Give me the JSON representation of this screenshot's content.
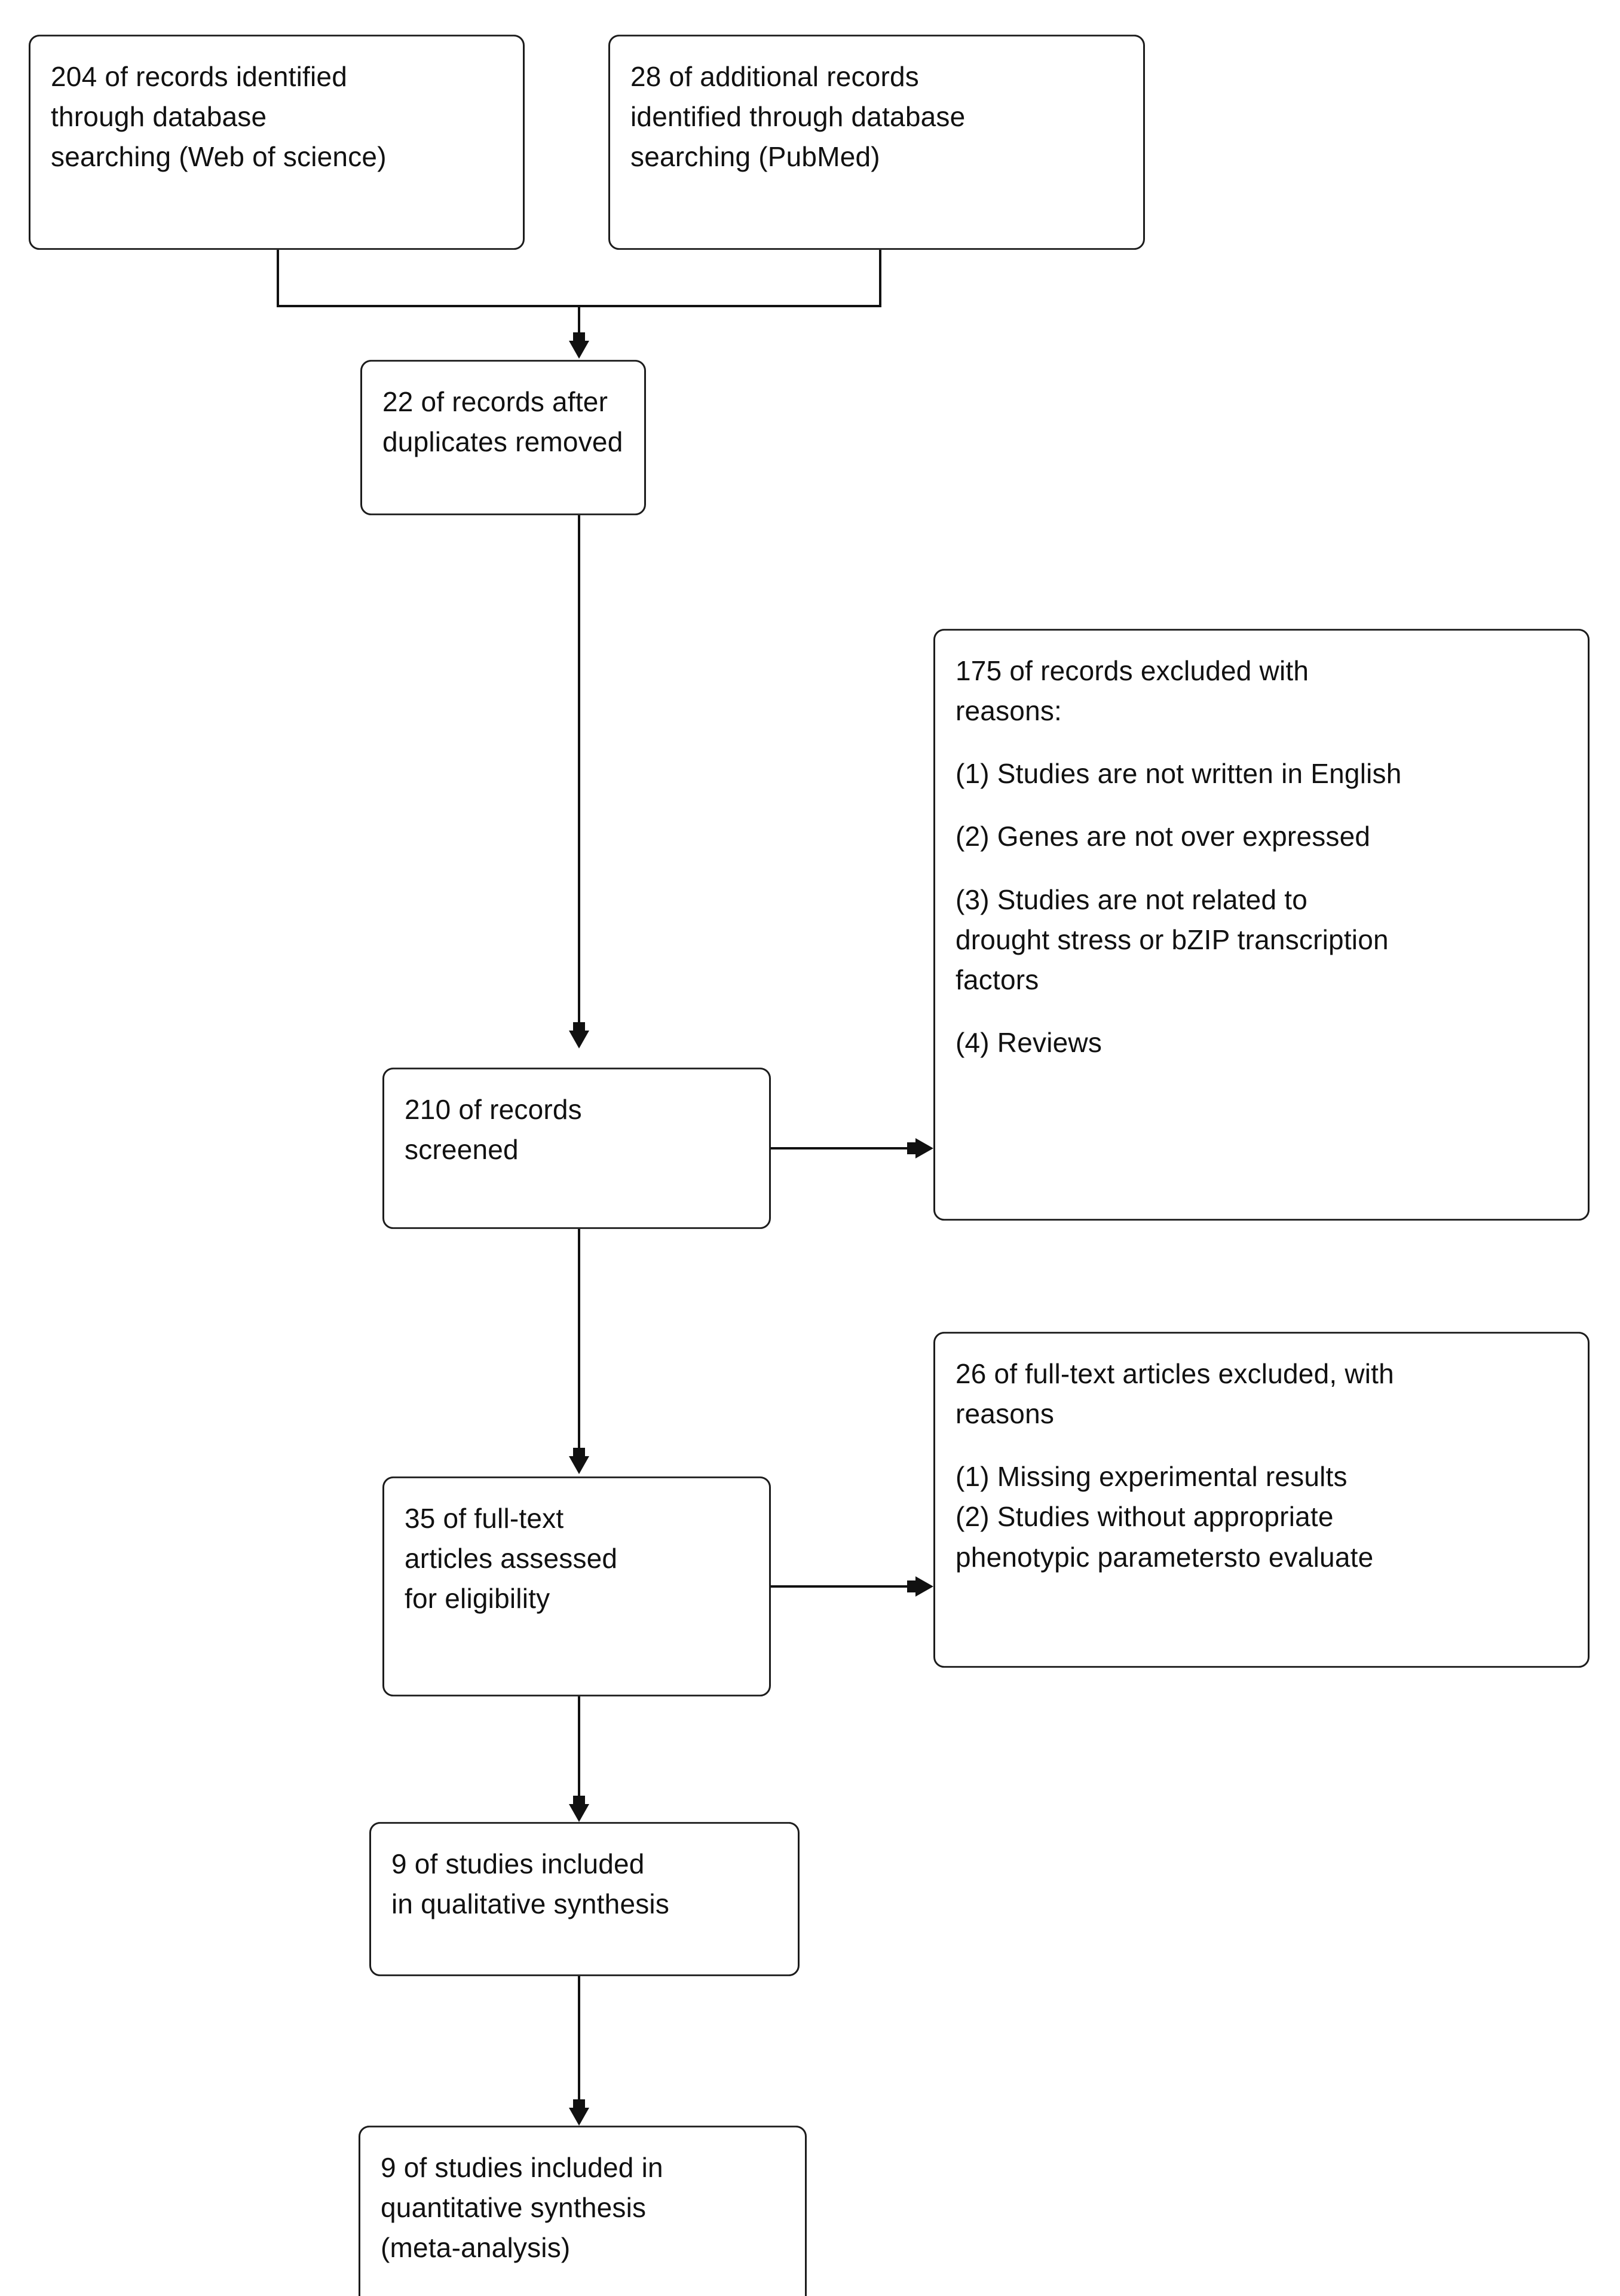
{
  "diagram": {
    "type": "prisma-flow-diagram",
    "title": "PRISMA study selection flow diagram",
    "nodes": [
      {
        "id": "identification-web-of-science",
        "lines": [
          "204 of records identified",
          "through database",
          "searching (Web of science)"
        ],
        "count": 204
      },
      {
        "id": "identification-pubmed",
        "lines": [
          "28 of additional records",
          "identified through database",
          "searching (PubMed)"
        ],
        "count": 28
      },
      {
        "id": "duplicates-removed",
        "lines": [
          "22 of records after",
          "duplicates removed"
        ],
        "count": 22
      },
      {
        "id": "records-screened",
        "lines": [
          "210 of records",
          "screened"
        ],
        "count": 210
      },
      {
        "id": "records-excluded",
        "heading": [
          "175 of records excluded with",
          "reasons:"
        ],
        "count": 175,
        "reasons": [
          [
            "(1) Studies are not written in English"
          ],
          [
            "(2) Genes are not over expressed"
          ],
          [
            "(3) Studies are not related to",
            "drought stress or bZIP transcription",
            "factors"
          ],
          [
            "(4) Reviews"
          ]
        ]
      },
      {
        "id": "fulltext-assessed",
        "lines": [
          "35 of full-text",
          "articles assessed",
          "for eligibility"
        ],
        "count": 35
      },
      {
        "id": "fulltext-excluded",
        "heading": [
          "26 of full-text articles excluded, with",
          "reasons"
        ],
        "count": 26,
        "reasons": [
          [
            "(1) Missing experimental results"
          ],
          [
            "(2) Studies without appropriate",
            "phenotypic parametersto evaluate"
          ]
        ]
      },
      {
        "id": "qualitative-synthesis",
        "lines": [
          "9 of studies included",
          "in qualitative synthesis"
        ],
        "count": 9
      },
      {
        "id": "quantitative-synthesis",
        "lines": [
          "9 of studies included in",
          "quantitative synthesis",
          "(meta-analysis)"
        ],
        "count": 9
      }
    ],
    "colors": {
      "background": "#ffffff",
      "box_border": "#1c1c1c",
      "connector": "#111111",
      "text": "#111111"
    }
  },
  "boxes": {
    "identification_web_of_science": {
      "line1": "204 of records identified",
      "line2": "through database",
      "line3": "searching (Web of science)"
    },
    "identification_pubmed": {
      "line1": "28 of additional records",
      "line2": "identified through database",
      "line3": "searching (PubMed)"
    },
    "duplicates_removed": {
      "line1": "22 of records after",
      "line2": "duplicates removed"
    },
    "records_screened": {
      "line1": "210 of records",
      "line2": "screened"
    },
    "records_excluded": {
      "heading1": "175 of records excluded with",
      "heading2": "reasons:",
      "reason1": "(1) Studies are not written in English",
      "reason2": "(2) Genes are not over expressed",
      "reason3_line1": "(3) Studies are not related to",
      "reason3_line2": "drought stress or bZIP transcription",
      "reason3_line3": "factors",
      "reason4": "(4) Reviews"
    },
    "fulltext_assessed": {
      "line1": "35 of full-text",
      "line2": "articles assessed",
      "line3": "for eligibility"
    },
    "fulltext_excluded": {
      "heading1": "26 of full-text articles excluded, with",
      "heading2": "reasons",
      "reason1": "(1) Missing experimental results",
      "reason2_line1": "(2) Studies without appropriate",
      "reason2_line2": "phenotypic parametersto evaluate"
    },
    "qualitative_synthesis": {
      "line1": "9 of studies included",
      "line2": "in qualitative synthesis"
    },
    "quantitative_synthesis": {
      "line1": "9 of studies included in",
      "line2": "quantitative synthesis",
      "line3": "(meta-analysis)"
    }
  }
}
